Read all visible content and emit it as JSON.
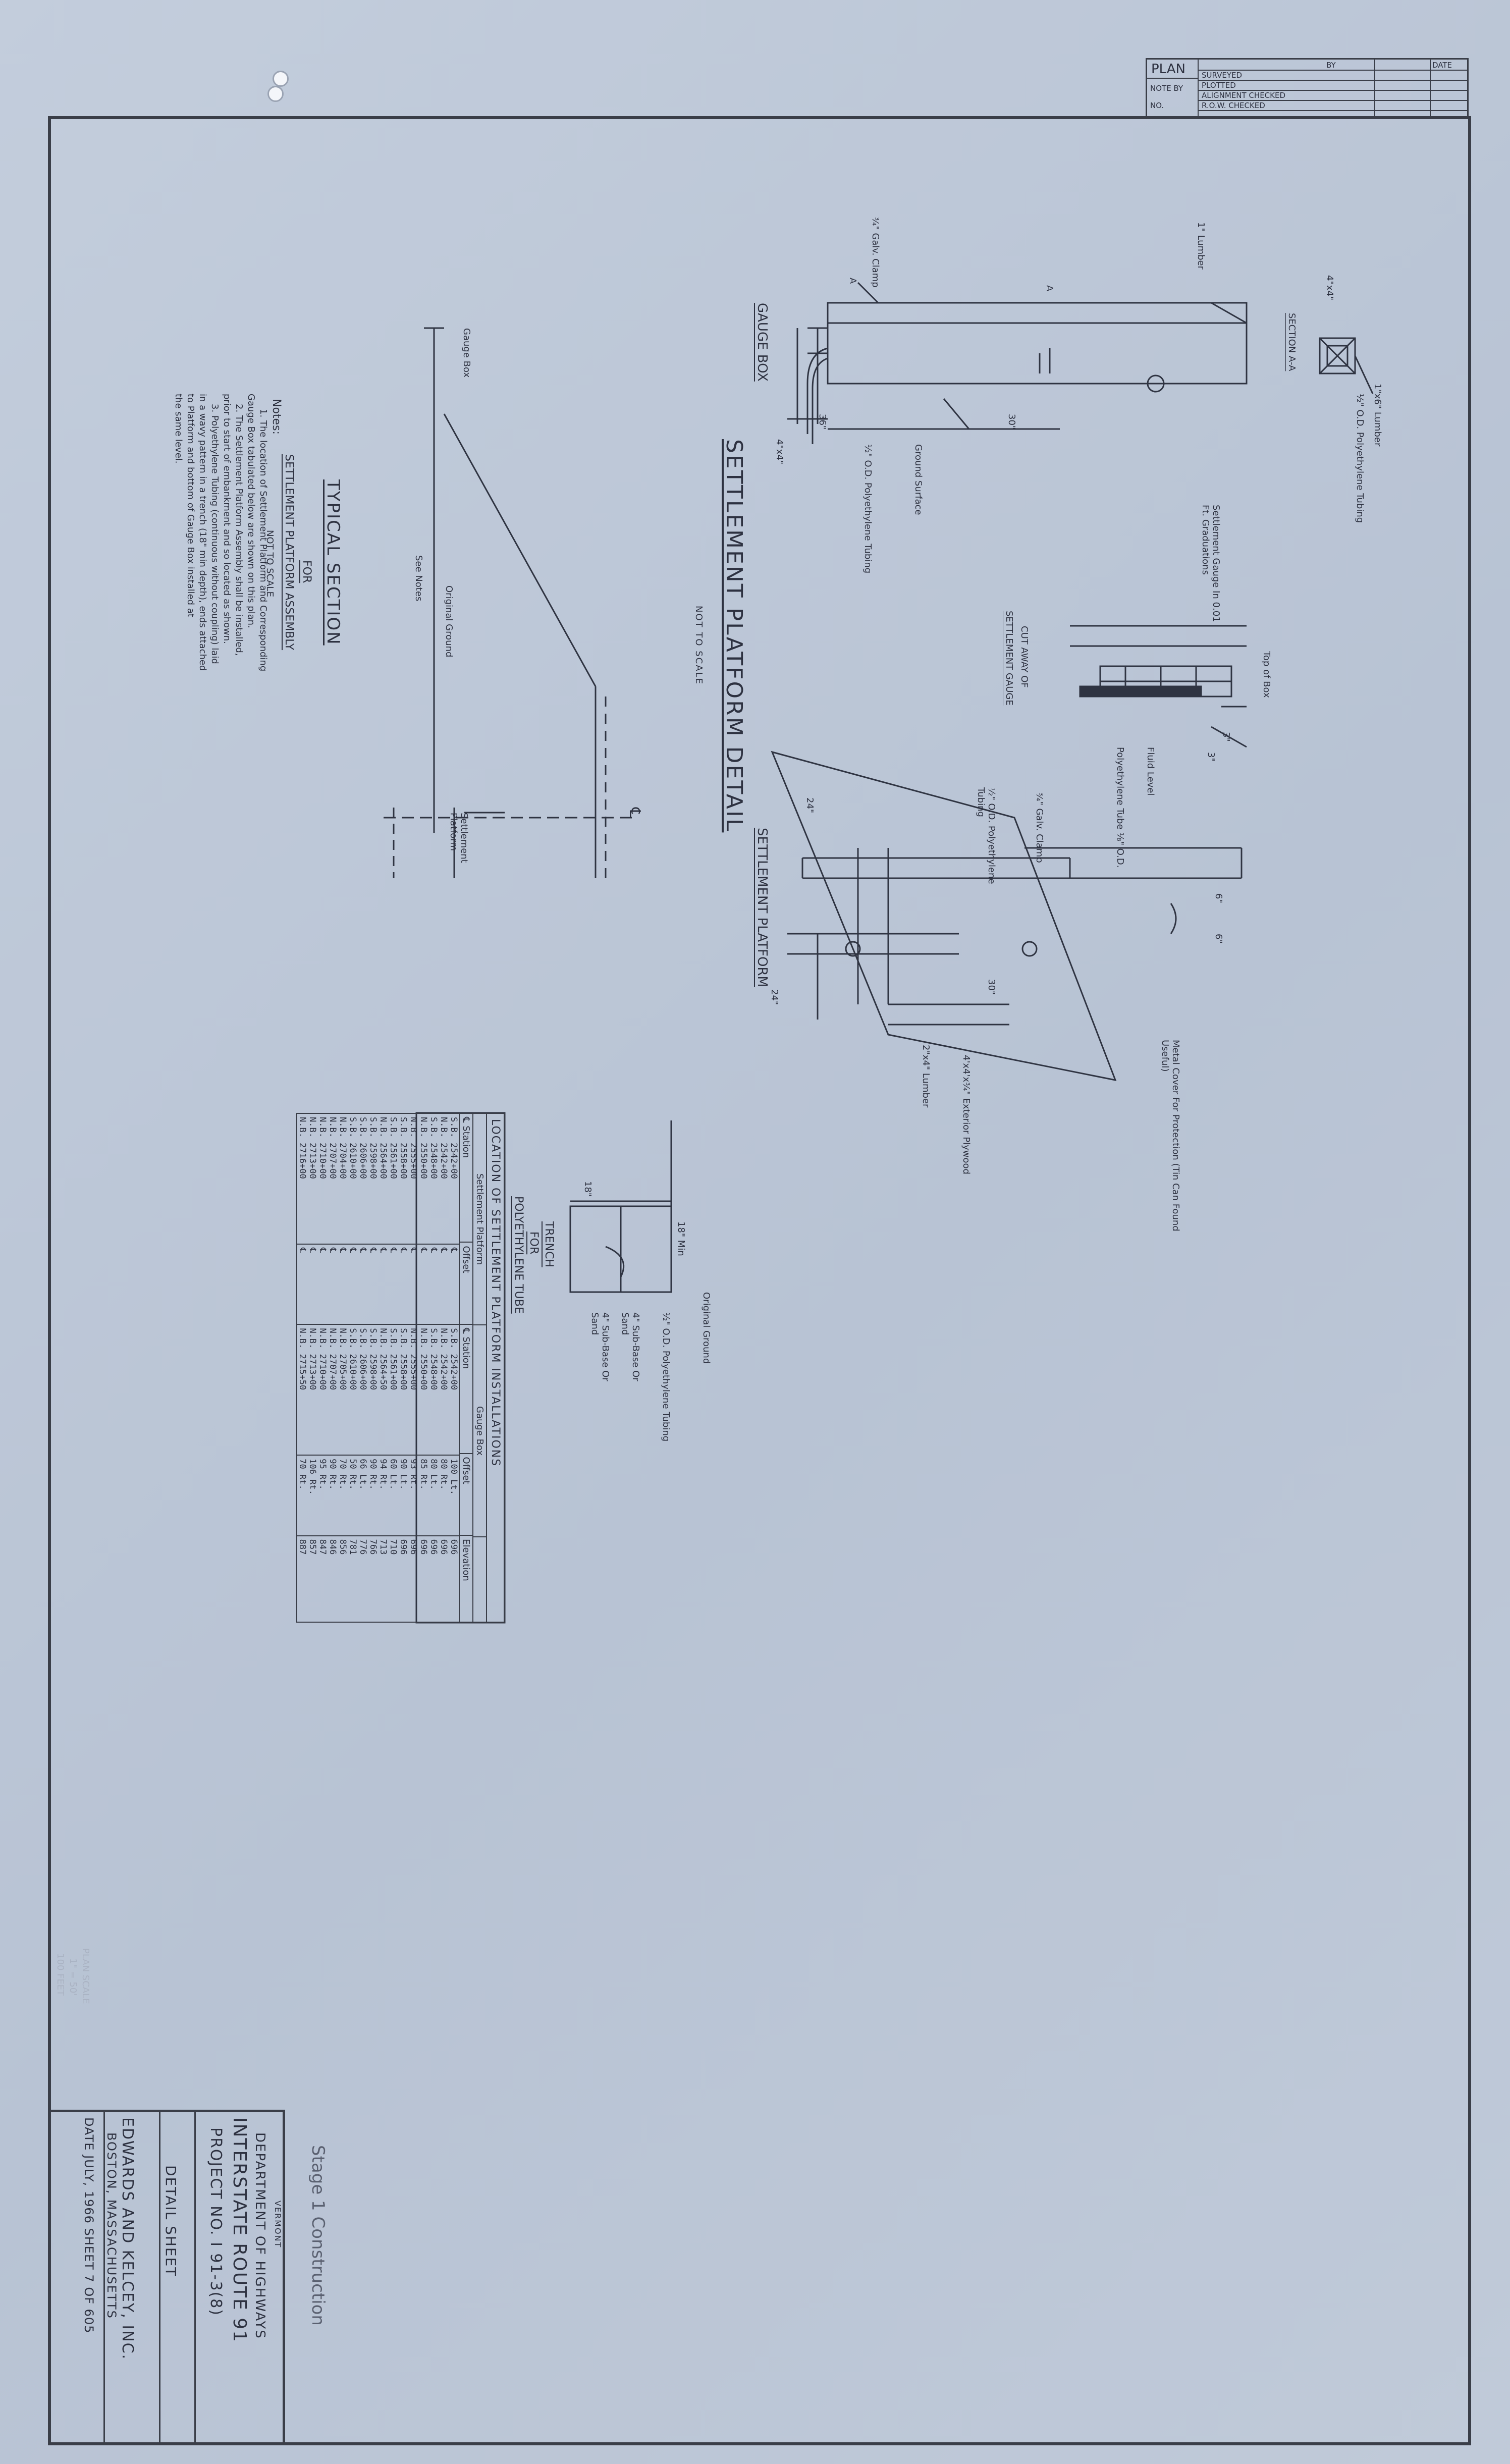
{
  "plan_box": {
    "plan": "PLAN",
    "note_by": "NOTE BY",
    "no": "NO.",
    "surveyed": "SURVEYED",
    "plotted": "PLOTTED",
    "alignment_checked": "ALIGNMENT CHECKED",
    "row_checked": "R.O.W. CHECKED",
    "by": "BY",
    "date": "DATE"
  },
  "section_aa": {
    "title": "SECTION A-A",
    "lumber": "1\"x6\" Lumber",
    "tubing": "½\" O.D. Polyethylene Tubing",
    "post": "4\"x4\""
  },
  "gauge_box": {
    "title": "GAUGE BOX",
    "lumber": "1\" Lumber",
    "clamp": "¾\" Galv. Clamp",
    "dim_30": "30\"",
    "dim_36": "36\"",
    "ground": "Ground Surface",
    "tubing": "½\" O.D. Polyethylene Tubing",
    "post": "4\"x4\"",
    "mark_a": "A",
    "mark_a2": "A"
  },
  "gauge_detail": {
    "top_of_box": "Top of Box",
    "settlement_gauge": "Settlement Gauge In 0.01 Ft. Graduations",
    "fluid_level": "Fluid Level",
    "tube": "Polyethylene Tube ⅛\" O.D.",
    "cutaway_1": "CUT AWAY OF",
    "cutaway_2": "SETTLEMENT GAUGE",
    "dim_3a": "3\"",
    "dim_3b": "3\""
  },
  "platform": {
    "title": "SETTLEMENT PLATFORM",
    "clamp": "¾\" Galv. Clamp",
    "tubing": "½\" O.D. Polyethylene Tubing",
    "dim_6a": "6\"",
    "dim_6b": "6\"",
    "dim_30": "30\"",
    "dim_24a": "24\"",
    "dim_24b": "24\"",
    "cover": "Metal Cover For Protection (Tin Can Found Useful)",
    "plywood": "4'x4'x¾\" Exterior Plywood",
    "lumber": "2\"x4\" Lumber"
  },
  "main_title": {
    "title": "SETTLEMENT PLATFORM DETAIL",
    "scale": "NOT TO SCALE"
  },
  "typical_section": {
    "gauge_box": "Gauge Box",
    "original_ground": "Original Ground",
    "see_notes": "See Notes",
    "platform": "Settlement Platform",
    "cl": "℄",
    "title": "TYPICAL SECTION",
    "for": "FOR",
    "assembly": "SETTLEMENT PLATFORM ASSEMBLY",
    "scale": "NOT TO SCALE"
  },
  "notes": {
    "heading": "Notes:",
    "lines": [
      "1. The location of Settlement Platform and Corresponding",
      "Gauge Box tabulated below are shown on this plan.",
      "2. The Settlement Platform Assembly shall be installed,",
      "prior to start of embankment and so located as shown.",
      "3. Polyethylene Tubing (continuous without coupling) laid",
      "in a wavy pattern in a trench (18\" min depth), ends attached",
      "to Platform and bottom of Gauge Box installed at",
      "the same level."
    ]
  },
  "trench": {
    "ground": "Original Ground",
    "tubing": "½\" O.D. Polyethylene Tubing",
    "subbase1": "4\" Sub-Base Or Sand",
    "subbase2": "4\" Sub-Base Or Sand",
    "dim_18min": "18\" Min",
    "dim_18": "18\"",
    "title": "TRENCH",
    "for": "FOR",
    "tube": "POLYETHYLENE TUBE"
  },
  "table": {
    "title": "LOCATION OF SETTLEMENT PLATFORM INSTALLATIONS",
    "group1": "Settlement Platform",
    "group2": "Gauge Box",
    "headers": [
      "℄ Station",
      "Offset",
      "℄ Station",
      "Offset",
      "Elevation"
    ],
    "rows": [
      [
        "S.B. 2542+00",
        "℄",
        "S.B. 2542+00",
        "100 Lt.",
        "696"
      ],
      [
        "N.B. 2542+00",
        "℄",
        "N.B. 2542+00",
        "80 Rt.",
        "696"
      ],
      [
        "S.B. 2548+00",
        "℄",
        "S.B. 2548+00",
        "80 Lt.",
        "696"
      ],
      [
        "N.B. 2550+00",
        "℄",
        "N.B. 2550+00",
        "85 Rt.",
        "696"
      ],
      [
        "N.B. 2555+00",
        "℄",
        "N.B. 2555+00",
        "93 Rt.",
        "696"
      ],
      [
        "S.B. 2558+00",
        "℄",
        "S.B. 2558+00",
        "90 Lt.",
        "696"
      ],
      [
        "S.B. 2561+00",
        "℄",
        "S.B. 2561+00",
        "60 Lt.",
        "710"
      ],
      [
        "N.B. 2564+00",
        "℄",
        "N.B. 2564+50",
        "94 Rt.",
        "713"
      ],
      [
        "S.B. 2598+00",
        "℄",
        "S.B. 2598+00",
        "90 Rt.",
        "766"
      ],
      [
        "S.B. 2606+00",
        "℄",
        "S.B. 2606+00",
        "66 Lt.",
        "776"
      ],
      [
        "S.B. 2610+00",
        "℄",
        "S.B. 2610+00",
        "50 Rt.",
        "781"
      ],
      [
        "N.B. 2704+00",
        "℄",
        "N.B. 2705+00",
        "70 Rt.",
        "856"
      ],
      [
        "N.B. 2707+00",
        "℄",
        "N.B. 2707+00",
        "90 Rt.",
        "846"
      ],
      [
        "N.B. 2710+00",
        "℄",
        "N.B. 2710+00",
        "95 Rt.",
        "847"
      ],
      [
        "N.B. 2713+00",
        "℄",
        "N.B. 2713+00",
        "106 Rt.",
        "857"
      ],
      [
        "N.B. 2716+00",
        "℄",
        "N.B. 2715+50",
        "70 Rt.",
        "887"
      ]
    ]
  },
  "title_block": {
    "state": "VERMONT",
    "dept": "DEPARTMENT OF HIGHWAYS",
    "route": "INTERSTATE ROUTE 91",
    "project": "PROJECT NO. I 91-3(8)",
    "sheet_name": "DETAIL SHEET",
    "firm": "EDWARDS AND KELCEY, INC.",
    "city": "BOSTON, MASSACHUSETTS",
    "date": "DATE JULY, 1966  SHEET 7 OF 605"
  },
  "stamp": "Stage 1 Construction",
  "faint_stamp": {
    "line1": "PLAN SCALE",
    "line2": "1\" = 50'",
    "line3": "100 FEET"
  }
}
